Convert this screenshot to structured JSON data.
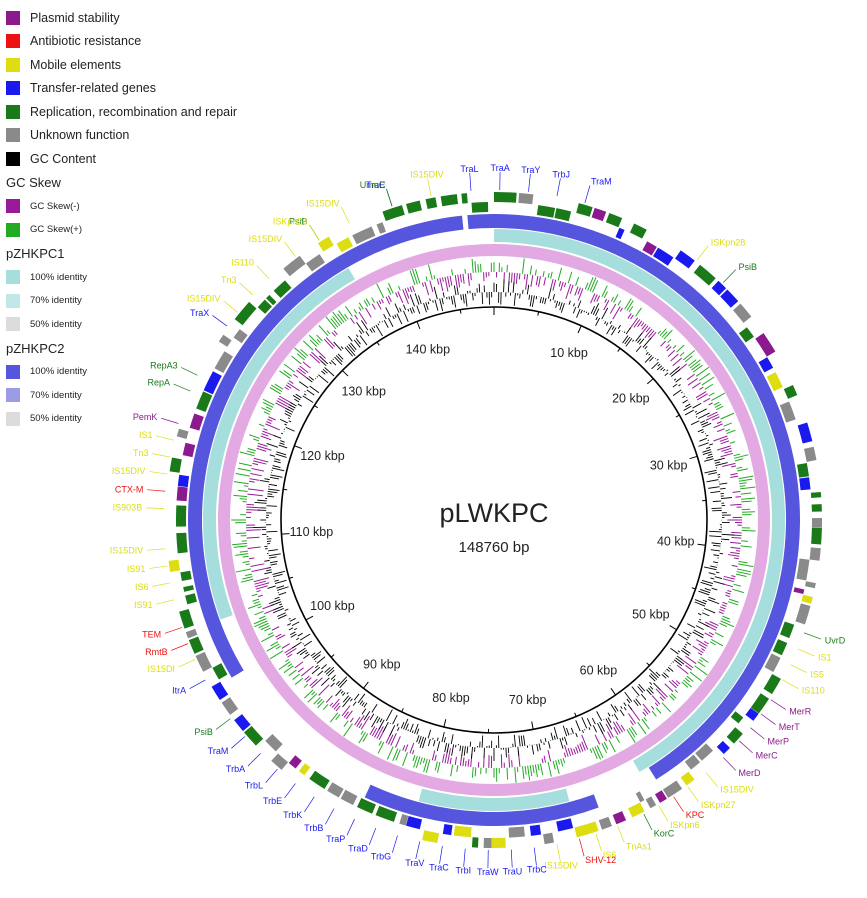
{
  "legend": {
    "categories": [
      {
        "label": "Plasmid stability",
        "color": "#8b1a8f"
      },
      {
        "label": "Antibiotic resistance",
        "color": "#ee1111"
      },
      {
        "label": "Mobile elements",
        "color": "#dddd11"
      },
      {
        "label": "Transfer-related genes",
        "color": "#1a1aee"
      },
      {
        "label": "Replication, recombination and repair",
        "color": "#1a7a1a"
      },
      {
        "label": "Unknown function",
        "color": "#8a8a8a"
      },
      {
        "label": "GC Content",
        "color": "#000000"
      }
    ],
    "gc_skew": {
      "title": "GC Skew",
      "items": [
        {
          "label": "GC Skew(-)",
          "color": "#991a99"
        },
        {
          "label": "GC Skew(+)",
          "color": "#22aa22"
        }
      ]
    },
    "rings": [
      {
        "title": "pZHKPC1",
        "items": [
          {
            "label": "100% identity",
            "color": "#a6dede"
          },
          {
            "label": "70% identity",
            "color": "#c3e6e6"
          },
          {
            "label": "50% identity",
            "color": "#dcdcdc"
          }
        ]
      },
      {
        "title": "pZHKPC2",
        "items": [
          {
            "label": "100% identity",
            "color": "#5555dd"
          },
          {
            "label": "70% identity",
            "color": "#9b9be6"
          },
          {
            "label": "50% identity",
            "color": "#dcdcdc"
          }
        ]
      }
    ]
  },
  "map": {
    "name": "pLWKPC",
    "size_label": "148760 bp",
    "total_bp": 148760,
    "ring_colors": {
      "backbone": "#e2a9e2",
      "pzhkpc1": "#a6dede",
      "pzhkpc2": "#5555dd",
      "gc_content": "#000000",
      "skew_neg": "#991a99",
      "skew_pos": "#22aa22"
    },
    "kbp_labels": [
      {
        "text": "10 kbp",
        "kbp": 10
      },
      {
        "text": "20 kbp",
        "kbp": 20
      },
      {
        "text": "30 kbp",
        "kbp": 30
      },
      {
        "text": "40 kbp",
        "kbp": 40
      },
      {
        "text": "50 kbp",
        "kbp": 50
      },
      {
        "text": "60 kbp",
        "kbp": 60
      },
      {
        "text": "70 kbp",
        "kbp": 70
      },
      {
        "text": "80 kbp",
        "kbp": 80
      },
      {
        "text": "90 kbp",
        "kbp": 90
      },
      {
        "text": "100 kbp",
        "kbp": 100
      },
      {
        "text": "110 kbp",
        "kbp": 110
      },
      {
        "text": "120 kbp",
        "kbp": 120
      },
      {
        "text": "130 kbp",
        "kbp": 130
      },
      {
        "text": "140 kbp",
        "kbp": 140
      }
    ],
    "gene_labels": [
      {
        "text": "PsiB",
        "cat": "rep",
        "deg": -32
      },
      {
        "text": "IS15DIV",
        "cat": "mob",
        "deg": -26
      },
      {
        "text": "TraE",
        "cat": "tra",
        "deg": -18
      },
      {
        "text": "IS15DIV",
        "cat": "mob",
        "deg": -11
      },
      {
        "text": "TraL",
        "cat": "tra",
        "deg": -4
      },
      {
        "text": "TraA",
        "cat": "tra",
        "deg": 1
      },
      {
        "text": "TraY",
        "cat": "tra",
        "deg": 6
      },
      {
        "text": "TrbJ",
        "cat": "tra",
        "deg": 11
      },
      {
        "text": "TraM",
        "cat": "tra",
        "deg": 16
      },
      {
        "text": "ISKpn28",
        "cat": "mob",
        "deg": 38
      },
      {
        "text": "PsiB",
        "cat": "rep",
        "deg": 44
      },
      {
        "text": "UvrD",
        "cat": "rep",
        "deg": 110
      },
      {
        "text": "IS1",
        "cat": "mob",
        "deg": 113
      },
      {
        "text": "IS5",
        "cat": "mob",
        "deg": 116
      },
      {
        "text": "IS110",
        "cat": "mob",
        "deg": 119
      },
      {
        "text": "MerR",
        "cat": "pst",
        "deg": 123
      },
      {
        "text": "MerT",
        "cat": "pst",
        "deg": 126
      },
      {
        "text": "MerP",
        "cat": "pst",
        "deg": 129
      },
      {
        "text": "MerC",
        "cat": "pst",
        "deg": 132
      },
      {
        "text": "MerD",
        "cat": "pst",
        "deg": 136
      },
      {
        "text": "IS15DIV",
        "cat": "mob",
        "deg": 140
      },
      {
        "text": "ISKpn27",
        "cat": "mob",
        "deg": 144
      },
      {
        "text": "KPC",
        "cat": "abr",
        "deg": 147
      },
      {
        "text": "ISKpn6",
        "cat": "mob",
        "deg": 150
      },
      {
        "text": "KorC",
        "cat": "rep",
        "deg": 153
      },
      {
        "text": "TnAs1",
        "cat": "mob",
        "deg": 158
      },
      {
        "text": "IS6",
        "cat": "mob",
        "deg": 162
      },
      {
        "text": "SHV-12",
        "cat": "abr",
        "deg": 165
      },
      {
        "text": "IS15DIV",
        "cat": "mob",
        "deg": 169
      },
      {
        "text": "TrbC",
        "cat": "tra",
        "deg": 173
      },
      {
        "text": "TraU",
        "cat": "tra",
        "deg": 177
      },
      {
        "text": "TraW",
        "cat": "tra",
        "deg": 181
      },
      {
        "text": "TrbI",
        "cat": "tra",
        "deg": 185
      },
      {
        "text": "TraC",
        "cat": "tra",
        "deg": 189
      },
      {
        "text": "TraV",
        "cat": "tra",
        "deg": 193
      },
      {
        "text": "TrbG",
        "cat": "tra",
        "deg": 197
      },
      {
        "text": "TraD",
        "cat": "tra",
        "deg": 201
      },
      {
        "text": "TraP",
        "cat": "tra",
        "deg": 205
      },
      {
        "text": "TrbB",
        "cat": "tra",
        "deg": 209
      },
      {
        "text": "TrbK",
        "cat": "tra",
        "deg": 213
      },
      {
        "text": "TrbE",
        "cat": "tra",
        "deg": 217
      },
      {
        "text": "TrbL",
        "cat": "tra",
        "deg": 221
      },
      {
        "text": "TrbA",
        "cat": "tra",
        "deg": 225
      },
      {
        "text": "TraM",
        "cat": "tra",
        "deg": 229
      },
      {
        "text": "PsiB",
        "cat": "rep",
        "deg": 233
      },
      {
        "text": "ItrA",
        "cat": "tra",
        "deg": 241
      },
      {
        "text": "IS15DI",
        "cat": "mob",
        "deg": 245
      },
      {
        "text": "RmtB",
        "cat": "abr",
        "deg": 248
      },
      {
        "text": "TEM",
        "cat": "abr",
        "deg": 251
      },
      {
        "text": "IS91",
        "cat": "mob",
        "deg": 256
      },
      {
        "text": "IS6",
        "cat": "mob",
        "deg": 259
      },
      {
        "text": "IS91",
        "cat": "mob",
        "deg": 262
      },
      {
        "text": "IS15DIV",
        "cat": "mob",
        "deg": 265
      },
      {
        "text": "IS903B",
        "cat": "mob",
        "deg": 272
      },
      {
        "text": "CTX-M",
        "cat": "abr",
        "deg": 275
      },
      {
        "text": "IS15DIV",
        "cat": "mob",
        "deg": 278
      },
      {
        "text": "Tn3",
        "cat": "mob",
        "deg": 281
      },
      {
        "text": "IS1",
        "cat": "mob",
        "deg": 284
      },
      {
        "text": "PemK",
        "cat": "pst",
        "deg": 287
      },
      {
        "text": "RepA",
        "cat": "rep",
        "deg": 293
      },
      {
        "text": "RepA3",
        "cat": "rep",
        "deg": 296
      },
      {
        "text": "TraX",
        "cat": "tra",
        "deg": 306
      },
      {
        "text": "IS15DIV",
        "cat": "mob",
        "deg": 309
      },
      {
        "text": "Tn3",
        "cat": "mob",
        "deg": 313
      },
      {
        "text": "IS110",
        "cat": "mob",
        "deg": 317
      },
      {
        "text": "IS15DIV",
        "cat": "mob",
        "deg": 323
      },
      {
        "text": "ISKpn26",
        "cat": "mob",
        "deg": 328
      },
      {
        "text": "UmuC",
        "cat": "rep",
        "deg": 342
      }
    ]
  }
}
